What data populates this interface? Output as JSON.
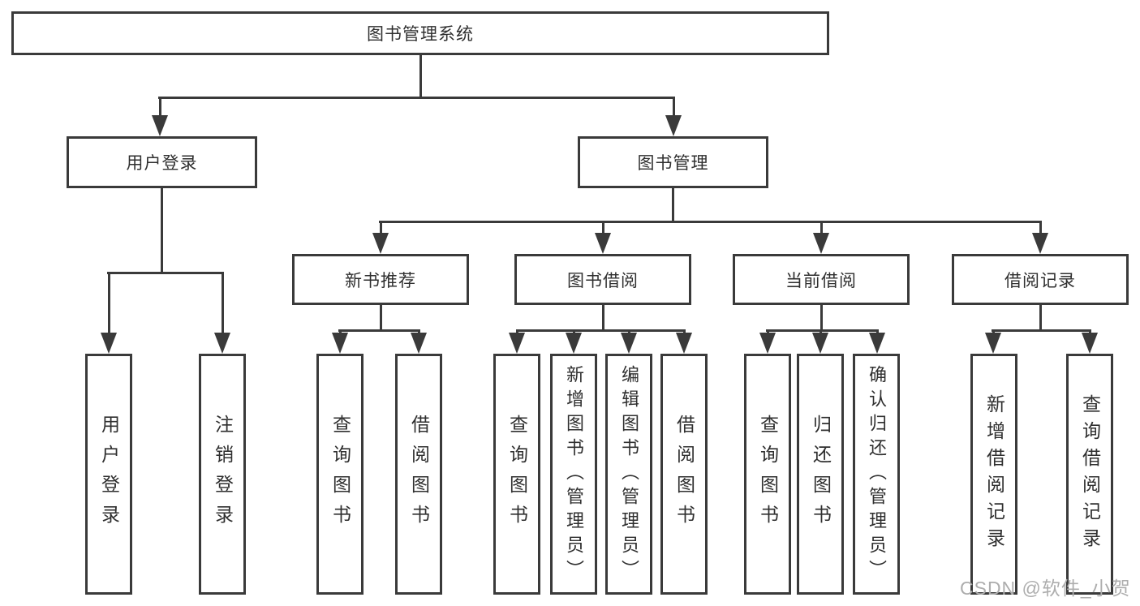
{
  "root": {
    "label": "图书管理系统"
  },
  "level2": {
    "user_login": {
      "label": "用户登录"
    },
    "book_mgmt": {
      "label": "图书管理"
    }
  },
  "level3": {
    "new_books": {
      "label": "新书推荐"
    },
    "borrowing": {
      "label": "图书借阅"
    },
    "current": {
      "label": "当前借阅"
    },
    "records": {
      "label": "借阅记录"
    }
  },
  "leaves": {
    "user_login": [
      "用户登录",
      "注销登录"
    ],
    "new_books": [
      "查询图书",
      "借阅图书"
    ],
    "borrowing": [
      "查询图书",
      "新增图书（管理员）",
      "编辑图书（管理员）",
      "借阅图书"
    ],
    "current": [
      "查询图书",
      "归还图书",
      "确认归还（管理员）"
    ],
    "records": [
      "新增借阅记录",
      "查询借阅记录"
    ]
  },
  "watermark": "CSDN @软件_小贺同学",
  "colors": {
    "line": "#3a3a3a",
    "box_border": "#3a3a3a",
    "box_fill": "#ffffff",
    "text": "#2f2f2f",
    "watermark": "#adadad",
    "background": "#ffffff"
  }
}
